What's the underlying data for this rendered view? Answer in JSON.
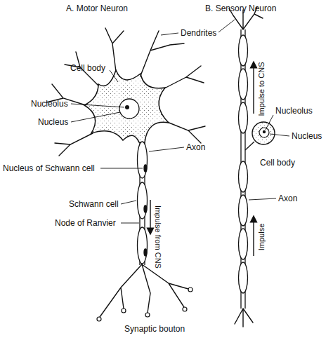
{
  "diagram": {
    "labels": [
      "A. Motor Neuron",
      "B. Sensory Neuron",
      "Dendrites",
      "Cell body",
      "Nucleolus",
      "Nucleus",
      "Axon",
      "Nucleus of Schwann cell",
      "Schwann cell",
      "Node of Ranvier",
      "Impulse from CNS",
      "Synaptic bouton",
      "Impulse to CNS",
      "Nucleolus",
      "Nucleus",
      "Cell body",
      "Impulse",
      "Axon"
    ]
  }
}
